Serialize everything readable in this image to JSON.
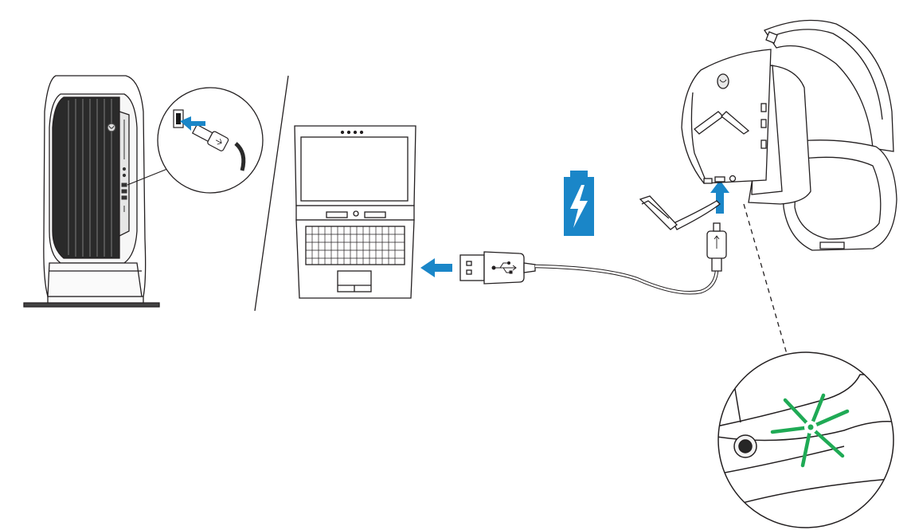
{
  "figure": {
    "panels": [
      "desktop-tower",
      "laptop",
      "headset"
    ],
    "steps": [
      {
        "from": "usb-a-plug",
        "to": "desktop-usb-port"
      },
      {
        "from": "usb-a-plug",
        "to": "laptop-usb-port"
      },
      {
        "from": "micro-usb-plug",
        "to": "headset-charging-port"
      }
    ],
    "battery_icon": "battery-charging-icon",
    "usb_symbol": "usb-icon",
    "led_state": "charging-led-blinking"
  },
  "colors": {
    "line": "#231f20",
    "arrow": "#1a86c8",
    "battery": "#1a86c8",
    "led": "#1faa55",
    "light_fill": "#f6f6f6",
    "dark_fill": "#262626"
  }
}
